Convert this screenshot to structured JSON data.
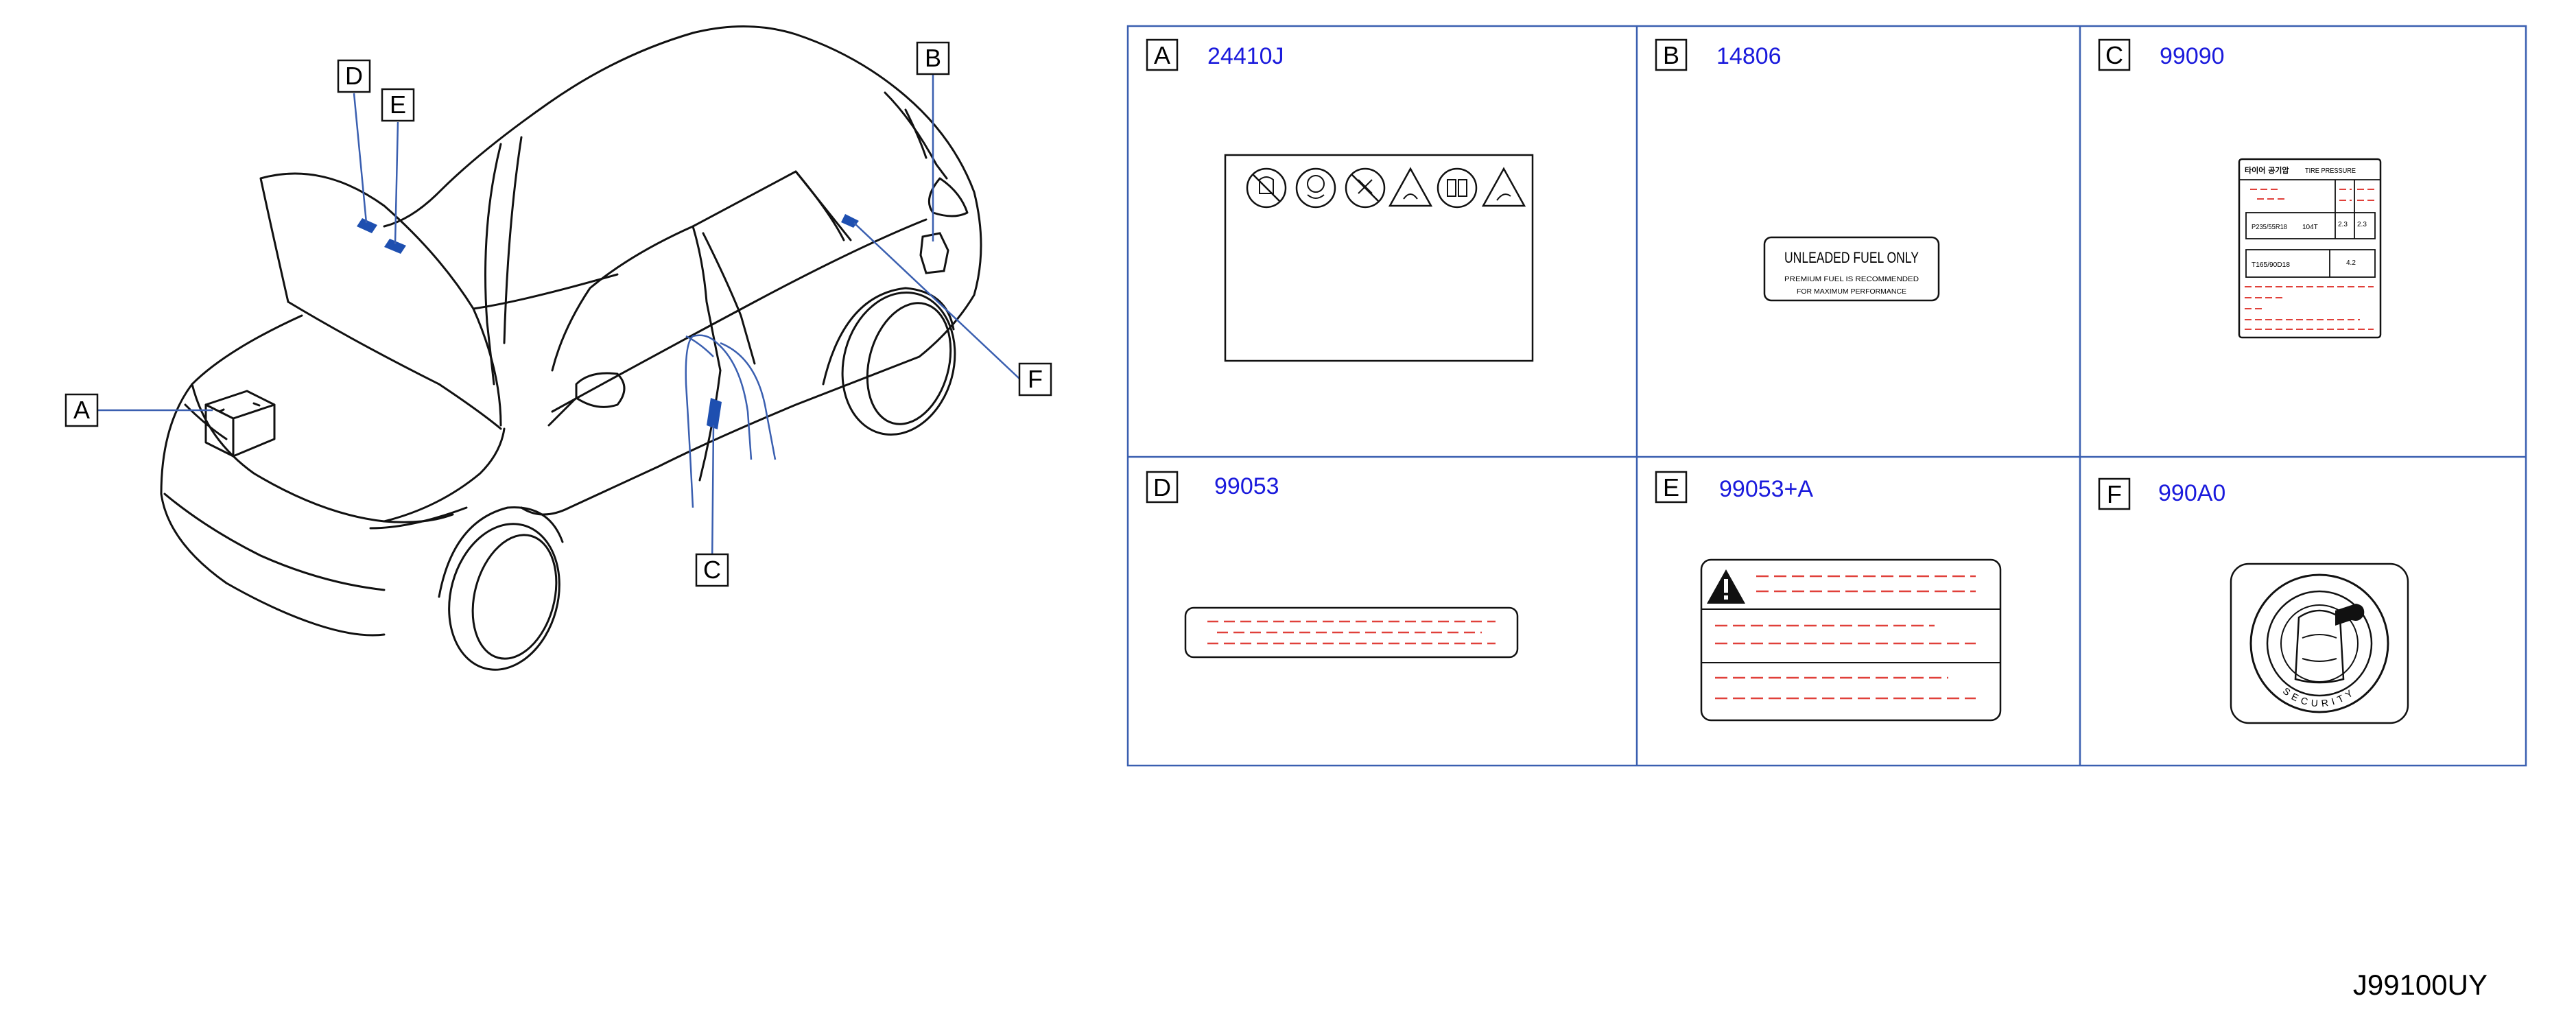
{
  "car_callouts": [
    "A",
    "B",
    "C",
    "D",
    "E",
    "F"
  ],
  "panels": [
    {
      "letter": "A",
      "part": "24410J"
    },
    {
      "letter": "B",
      "part": "14806"
    },
    {
      "letter": "C",
      "part": "99090"
    },
    {
      "letter": "D",
      "part": "99053"
    },
    {
      "letter": "E",
      "part": "99053+A"
    },
    {
      "letter": "F",
      "part": "990A0"
    }
  ],
  "fuel_label": {
    "title": "UNLEADED  FUEL  ONLY",
    "line1": "PREMIUM   FUEL   IS   RECOMMENDED",
    "line2": "FOR   MAXIMUM   PERFORMANCE"
  },
  "tire_label": {
    "korean": "타이어 공기압",
    "title": "TIRE   PRESSURE",
    "size1": "P235/55R18",
    "load1": "104T",
    "p1a": "2.3",
    "p1b": "2.3",
    "size2": "T165/90D18",
    "p2": "4.2"
  },
  "security_label": {
    "text": "SECURITY"
  },
  "document_id": "J99100UY",
  "colors": {
    "accent_blue": "#1a1adc",
    "panel_border": "#3a5fb0",
    "label_red": "#e0403a",
    "highlight_blue": "#1e4fb0"
  }
}
